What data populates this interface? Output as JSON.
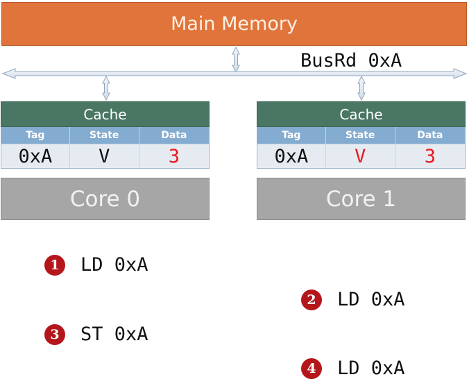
{
  "main_memory": {
    "label": "Main Memory",
    "color": "#e0743a"
  },
  "bus": {
    "label": "BusRd 0xA"
  },
  "caches": [
    {
      "title": "Cache",
      "headers": [
        "Tag",
        "State",
        "Data"
      ],
      "row": {
        "tag": "0xA",
        "state": "V",
        "data": "3"
      },
      "highlighted": [
        "data"
      ]
    },
    {
      "title": "Cache",
      "headers": [
        "Tag",
        "State",
        "Data"
      ],
      "row": {
        "tag": "0xA",
        "state": "V",
        "data": "3"
      },
      "highlighted": [
        "state",
        "data"
      ]
    }
  ],
  "cores": [
    {
      "label": "Core 0"
    },
    {
      "label": "Core 1"
    }
  ],
  "steps": [
    {
      "number": "1",
      "text": "LD 0xA"
    },
    {
      "number": "2",
      "text": "LD 0xA"
    },
    {
      "number": "3",
      "text": "ST 0xA"
    },
    {
      "number": "4",
      "text": "LD 0xA"
    }
  ],
  "colors": {
    "cache_title": "#4a7763",
    "cache_header": "#84acd0",
    "core": "#a6a6a6",
    "highlight": "#e8191e",
    "badge": "#b4161b"
  }
}
